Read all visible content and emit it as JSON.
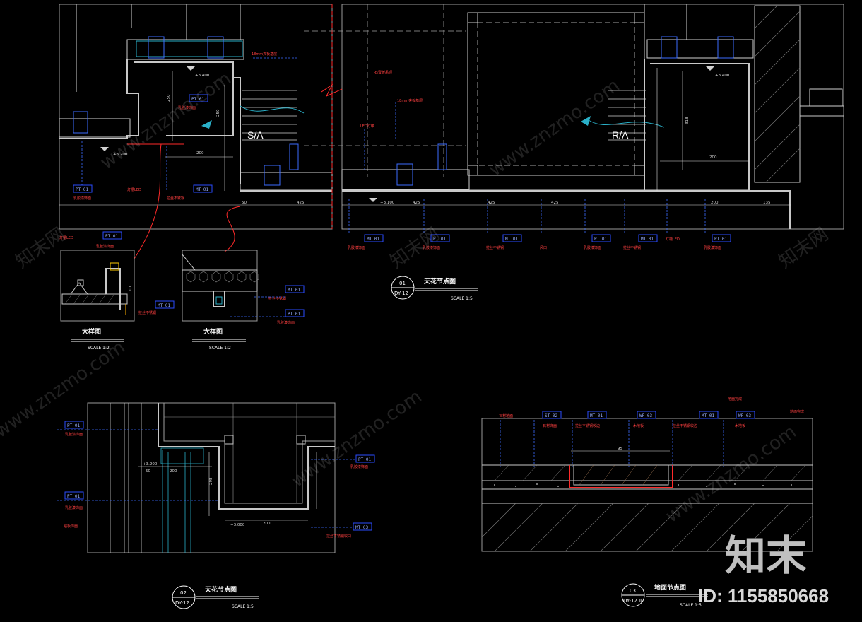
{
  "colors": {
    "bg": "#000000",
    "frame": "#9a9a9a",
    "wall": "#c8c8c8",
    "tag": "#2a4bff",
    "tagText": "#9ab0ff",
    "red": "#ff2a2a",
    "dim": "#e0e0e0",
    "cyan": "#2ab0c8",
    "blueDash": "#3c6cff"
  },
  "details": {
    "d01": {
      "num": "01",
      "sheet": "DY-12",
      "title": "天花节点图",
      "scale": "SCALE  1:5",
      "label_left": "S/A",
      "label_right": "R/A",
      "tags_top": [
        "PT 01",
        "MT 01",
        "MT 01",
        "PT 01",
        "MT 01",
        "PT 01",
        "MT 01",
        "PT 01"
      ],
      "dims_bottom": [
        "50",
        "425",
        "425",
        "425",
        "425",
        "200",
        "135"
      ],
      "levels": [
        "+3.400",
        "+3.200",
        "+3.400",
        "+3.100"
      ]
    },
    "big1": {
      "title": "大样图",
      "scale": "SCALE  1:2",
      "tags": [
        "PT 01",
        "MT 01"
      ]
    },
    "big2": {
      "title": "大样图",
      "scale": "SCALE  1:2",
      "tags": [
        "MT 01",
        "PT 01"
      ]
    },
    "d02": {
      "num": "02",
      "sheet": "DY-12",
      "title": "天花节点图",
      "scale": "SCALE  1:5",
      "tags": [
        "PT 01",
        "PT 01",
        "PT 01",
        "MT 03"
      ],
      "dims": [
        "50",
        "200",
        "200",
        "298"
      ],
      "level": "+3.200"
    },
    "d03": {
      "num": "03",
      "sheet": "DY-12 II",
      "title": "地面节点图",
      "scale": "SCALE  1:5",
      "tags": [
        "ST 02",
        "MT 01",
        "WF 03",
        "MT 01",
        "WF 03"
      ],
      "dim": "95"
    }
  },
  "watermark": {
    "site": "www.znzmo.com",
    "brand": "知末网"
  },
  "branding": {
    "logo": "知末",
    "id": "ID: 1155850668"
  }
}
